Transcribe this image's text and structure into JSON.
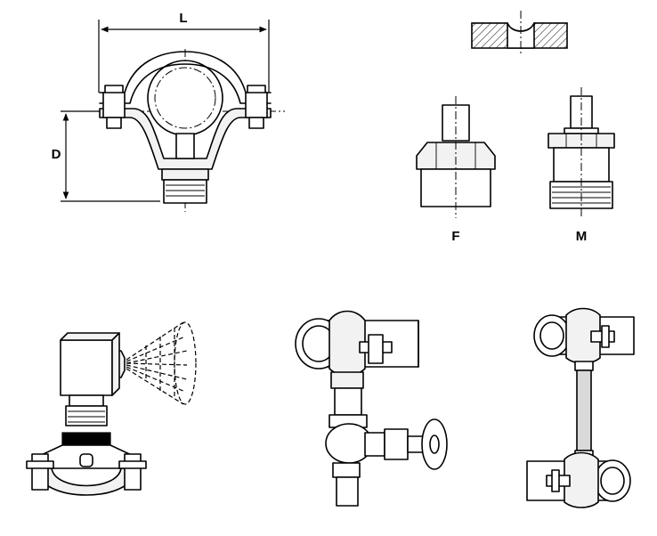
{
  "labels": {
    "dim_length": "L",
    "dim_depth": "D",
    "variant_female": "F",
    "variant_male": "M"
  }
}
